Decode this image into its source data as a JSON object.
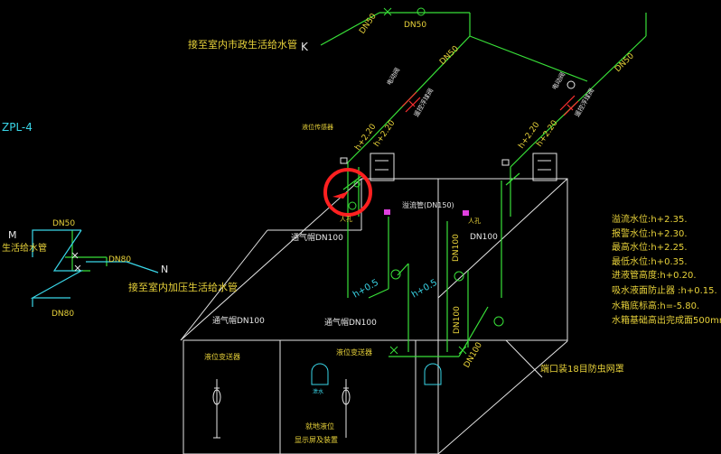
{
  "labels": {
    "dn50_top_a": "DN50",
    "dn50_top_b": "DN50",
    "top_supply_pipe": "接至室内市政生活给水管",
    "k_mark": "K",
    "dn50_mid": "DN50",
    "dn50_right": "DN50",
    "zpl": "ZPL-4",
    "valve_left": "电动阀",
    "float_valve_left": "遥控浮球阀",
    "valve_right": "电动阀",
    "float_valve_right": "遥控浮球阀",
    "level_gauge_top": "液位传感器",
    "h_left_a": "h+2.20",
    "h_left_b": "h+2.20",
    "h_right_a": "h+2.20",
    "h_right_b": "h+2.20",
    "ladder_left": "人孔",
    "ladder_right": "人孔",
    "overflow": "溢流管(DN150)",
    "vent_left_top": "通气帽DN100",
    "dn100_v": "DN100",
    "dn100_right": "DN100",
    "m_mark": "M",
    "dn50_left": "DN50",
    "left_supply_pipe": "生活给水管",
    "dn80_left": "DN80",
    "n_mark": "N",
    "pressure_pipe": "接至室内加压生活给水管",
    "dn80_bottom": "DN80",
    "h05_a": "h+0.5",
    "h05_b": "h+0.5",
    "dn100_tall": "DN100",
    "dn100_slant": "DN100",
    "vent_left_bottom": "通气帽DN100",
    "vent_mid_bottom": "通气帽DN100",
    "level_sensor_a": "液位变送器",
    "level_sensor_b": "液位变送器",
    "drain_box": "泄水",
    "bottom_note_a": "就地液位",
    "bottom_note_b": "显示屏及装置",
    "outlet_note": "端口装18目防虫网罩",
    "notes": [
      "溢流水位:h+2.35.",
      "报警水位:h+2.30.",
      "最高水位:h+2.25.",
      "最低水位:h+0.35.",
      "进液管高度:h+0.20.",
      "吸水液面防止器 :h+0.15.",
      "水箱底标高:h=-5.80.",
      "水箱基础高出完成面500mm."
    ]
  },
  "colors": {
    "background": "#000000",
    "pipe_green": "#38e038",
    "text_yellow": "#e8d23a",
    "pipe_cyan": "#39d6e8",
    "tank_white": "#e6e6e6",
    "highlight_red": "#ff2020",
    "valve_magenta": "#e040e0"
  },
  "icons": {
    "highlight": "red-circle-highlight-icon",
    "valve": "valve-icon",
    "manhole": "manhole-icon"
  }
}
